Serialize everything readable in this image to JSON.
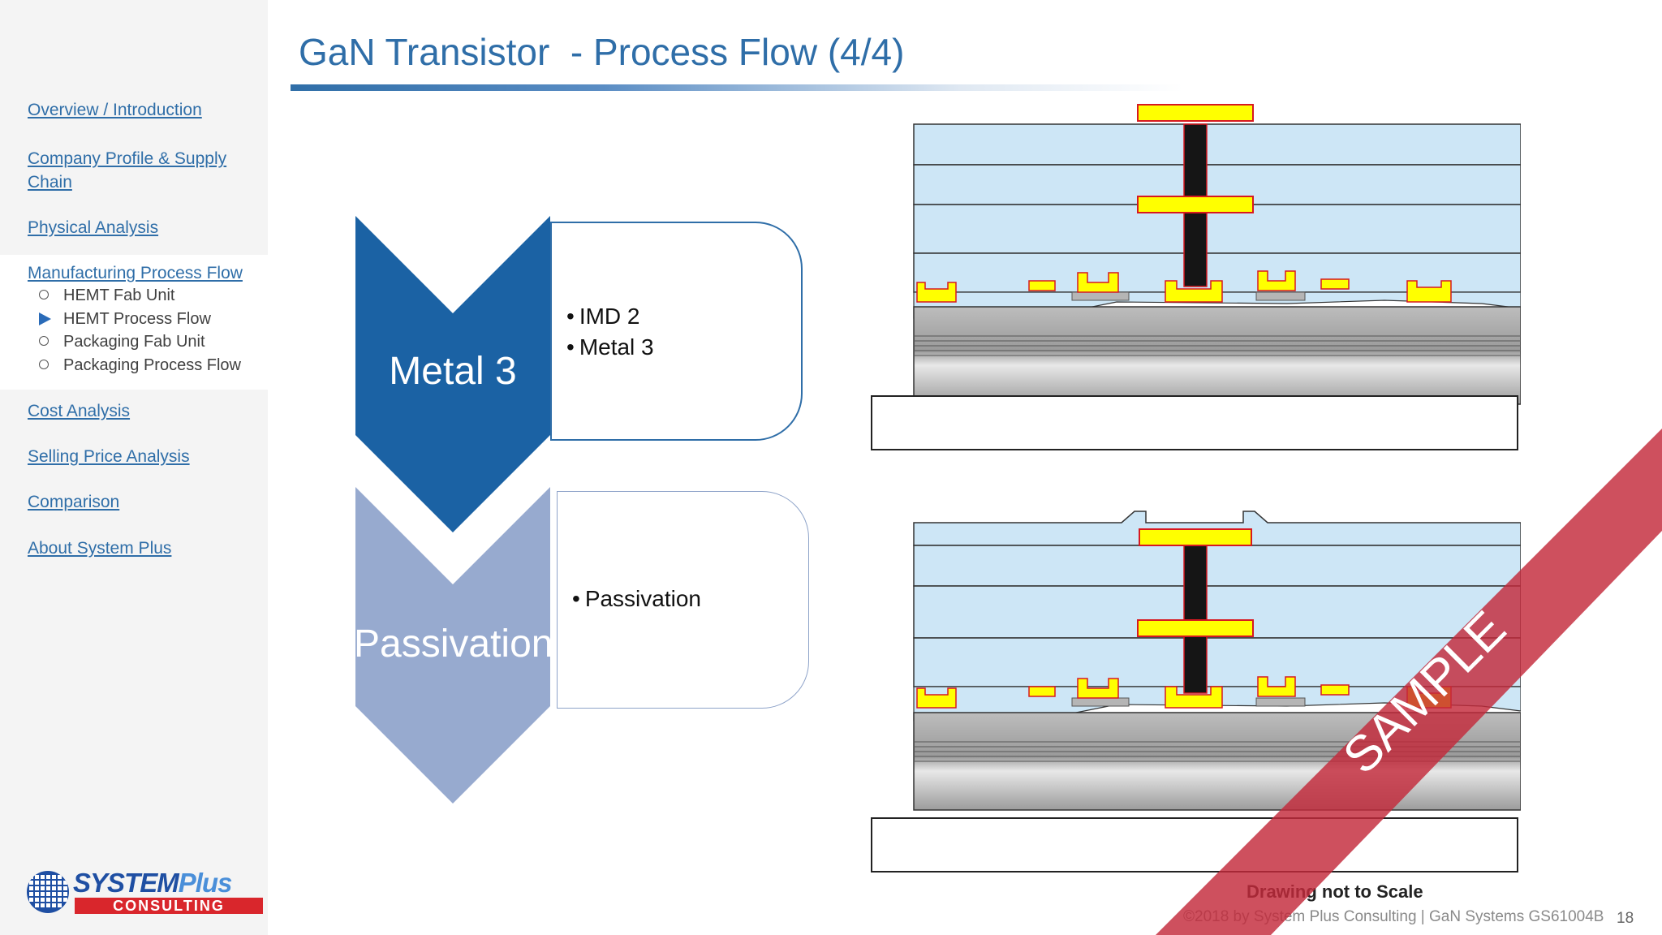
{
  "header": {
    "title": "GaN Transistor  - Process Flow (4/4)"
  },
  "sidebar": {
    "items": [
      {
        "label": "Overview / Introduction"
      },
      {
        "label": "Company Profile & Supply"
      },
      {
        "label": "Chain"
      },
      {
        "label": "Physical Analysis"
      },
      {
        "label": "Manufacturing Process Flow"
      },
      {
        "label": "Cost Analysis"
      },
      {
        "label": "Selling Price Analysis"
      },
      {
        "label": "Comparison"
      },
      {
        "label": "About System Plus"
      }
    ],
    "subitems": [
      {
        "label": "HEMT Fab Unit",
        "current": false
      },
      {
        "label": "HEMT Process Flow",
        "current": true
      },
      {
        "label": "Packaging Fab Unit",
        "current": false
      },
      {
        "label": "Packaging Process Flow",
        "current": false
      }
    ]
  },
  "logo": {
    "brand": "SYSTEM",
    "brand_plus": "Plus",
    "tagline": "CONSULTING"
  },
  "steps": [
    {
      "name": "Metal 3",
      "bullets": [
        "IMD 2",
        "Metal 3"
      ],
      "color": "#1b62a4"
    },
    {
      "name": "Passivation",
      "bullets": [
        "Passivation"
      ],
      "color": "#97aacf"
    }
  ],
  "colors": {
    "dielectric": "#cde6f6",
    "metal": "#ffff00",
    "metal_border": "#d71920",
    "via": "#151515",
    "watermark": "#c3293a"
  },
  "caption": "Drawing not to Scale",
  "footer": "©2018 by System Plus Consulting | GaN Systems GS61004B",
  "page_number": "18",
  "watermark": "SAMPLE"
}
